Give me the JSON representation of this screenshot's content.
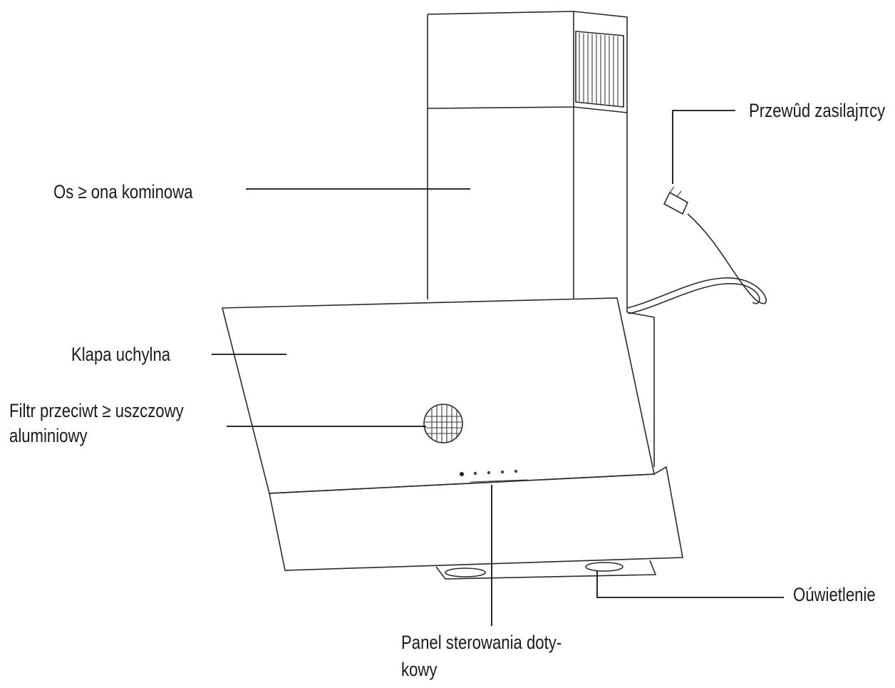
{
  "labels": {
    "chimney": "Os ≥ ona kominowa",
    "power_cord": "Przewûd zasilajπcy",
    "flap": "Klapa uchylna",
    "filter_line1": "Filtr przeciwt ≥ uszczowy",
    "filter_line2": "aluminiowy",
    "lighting": "Oúwietlenie",
    "panel_line1": "Panel sterowania doty-",
    "panel_line2": "kowy"
  }
}
